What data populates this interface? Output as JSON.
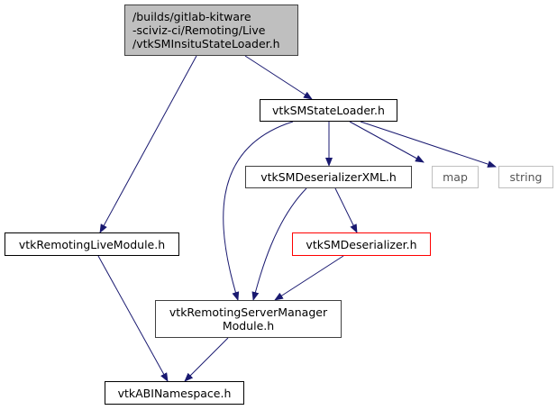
{
  "diagram": {
    "type": "include-dependency-graph",
    "edge_color": "#191970",
    "nodes": [
      {
        "id": "root",
        "label": "/builds/gitlab-kitware\n-sciviz-ci/Remoting/Live\n/vtkSMInsituStateLoader.h",
        "style": "root"
      },
      {
        "id": "stateloader",
        "label": "vtkSMStateLoader.h",
        "style": "normal"
      },
      {
        "id": "deserxml",
        "label": "vtkSMDeserializerXML.h",
        "style": "normal"
      },
      {
        "id": "map",
        "label": "map",
        "style": "external"
      },
      {
        "id": "string",
        "label": "string",
        "style": "external"
      },
      {
        "id": "deser",
        "label": "vtkSMDeserializer.h",
        "style": "truncated"
      },
      {
        "id": "livemodule",
        "label": "vtkRemotingLiveModule.h",
        "style": "normal"
      },
      {
        "id": "srvmgr",
        "label": "vtkRemotingServerManager\nModule.h",
        "style": "normal"
      },
      {
        "id": "abi",
        "label": "vtkABINamespace.h",
        "style": "normal"
      }
    ],
    "edges": [
      {
        "from": "root",
        "to": "livemodule"
      },
      {
        "from": "root",
        "to": "stateloader"
      },
      {
        "from": "stateloader",
        "to": "srvmgr"
      },
      {
        "from": "stateloader",
        "to": "deserxml"
      },
      {
        "from": "stateloader",
        "to": "map"
      },
      {
        "from": "stateloader",
        "to": "string"
      },
      {
        "from": "deserxml",
        "to": "srvmgr"
      },
      {
        "from": "deserxml",
        "to": "deser"
      },
      {
        "from": "deser",
        "to": "srvmgr"
      },
      {
        "from": "livemodule",
        "to": "abi"
      },
      {
        "from": "srvmgr",
        "to": "abi"
      }
    ]
  }
}
